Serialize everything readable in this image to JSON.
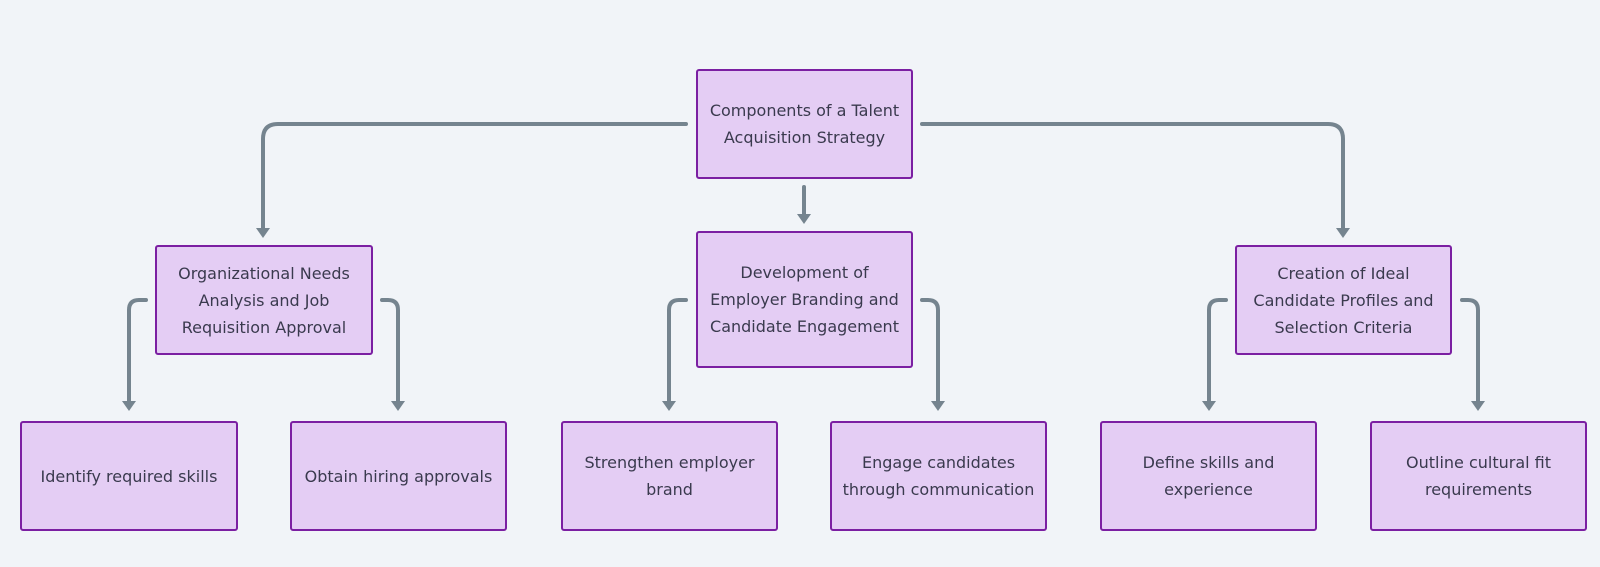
{
  "nodes": {
    "root": {
      "label": "Components of a Talent Acquisition Strategy"
    },
    "org_needs": {
      "label": "Organizational Needs Analysis and Job Requisition Approval"
    },
    "branding": {
      "label": "Development of Employer Branding and Candidate Engagement"
    },
    "profiles": {
      "label": "Creation of Ideal Candidate Profiles and Selection Criteria"
    },
    "skills": {
      "label": "Identify required skills"
    },
    "approvals": {
      "label": "Obtain hiring approvals"
    },
    "brand": {
      "label": "Strengthen employer brand"
    },
    "engage": {
      "label": "Engage candidates through communication"
    },
    "define": {
      "label": "Define skills and experience"
    },
    "cultural": {
      "label": "Outline cultural fit requirements"
    }
  },
  "edges": [
    {
      "from": "root",
      "to": "org_needs"
    },
    {
      "from": "root",
      "to": "branding"
    },
    {
      "from": "root",
      "to": "profiles"
    },
    {
      "from": "org_needs",
      "to": "skills"
    },
    {
      "from": "org_needs",
      "to": "approvals"
    },
    {
      "from": "branding",
      "to": "brand"
    },
    {
      "from": "branding",
      "to": "engage"
    },
    {
      "from": "profiles",
      "to": "define"
    },
    {
      "from": "profiles",
      "to": "cultural"
    }
  ],
  "colors": {
    "background": "#f1f4f8",
    "node_fill": "#e4cdf4",
    "node_border": "#7b1fa2",
    "node_text": "#3a3a4e",
    "edge": "#75848f"
  }
}
